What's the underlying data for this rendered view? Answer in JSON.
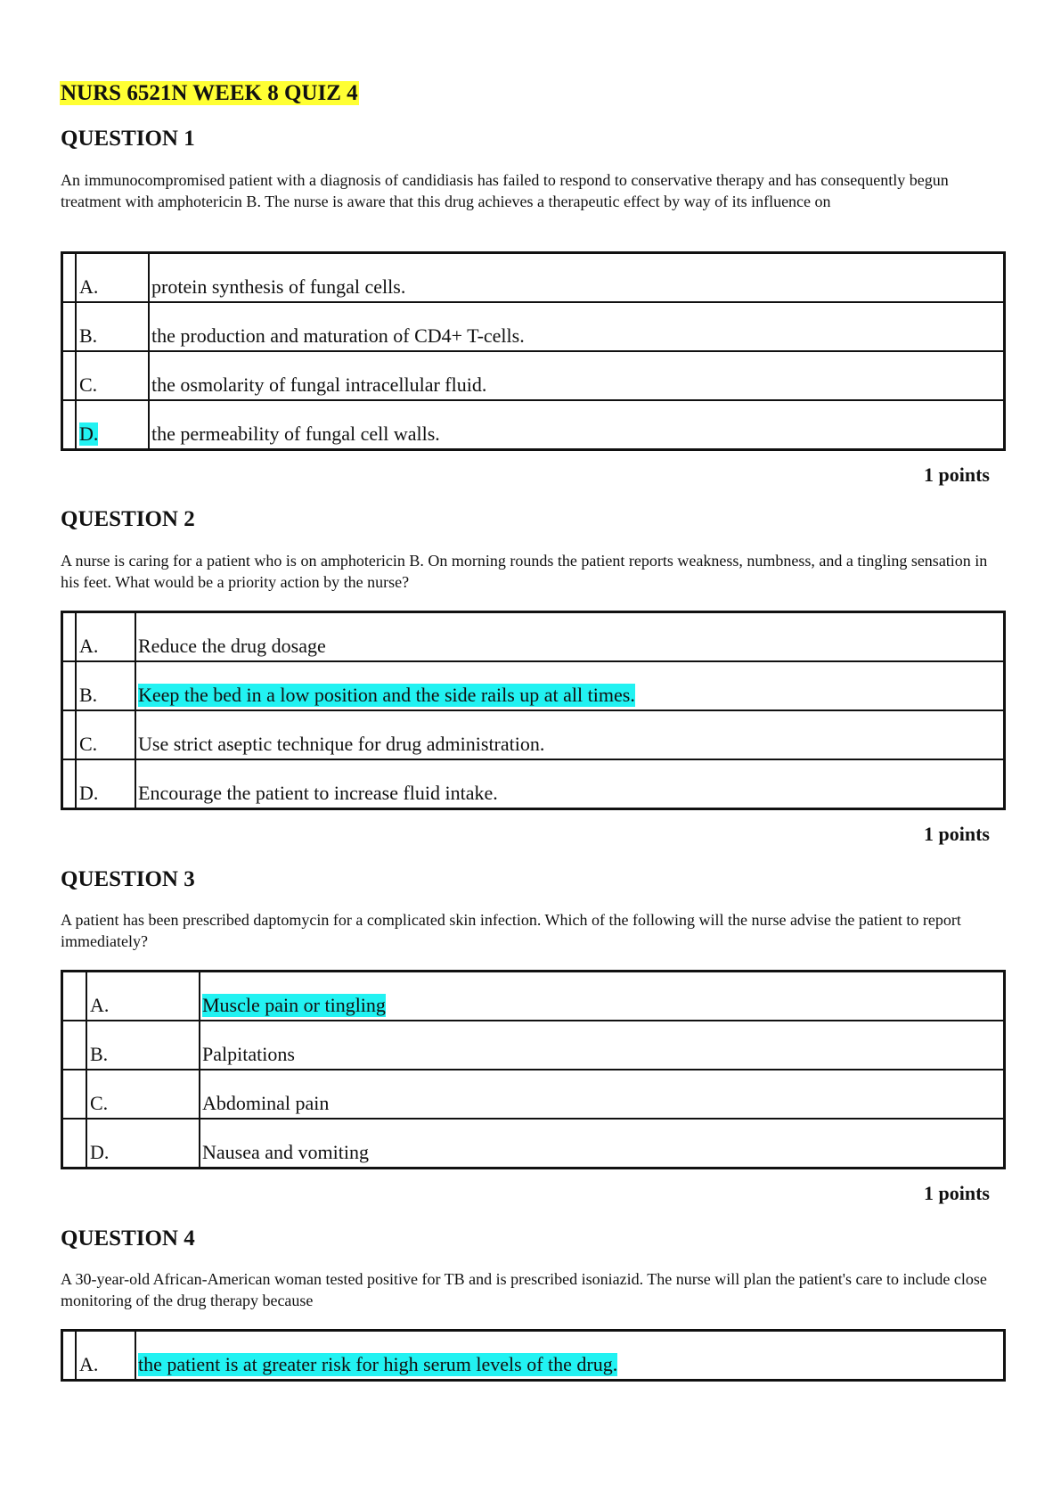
{
  "title": "NURS 6521N WEEK 8 QUIZ 4",
  "colors": {
    "title_highlight": "#ffff33",
    "answer_highlight": "#22f2f2",
    "text": "#111111"
  },
  "questions": [
    {
      "heading": "QUESTION 1",
      "text": "An immunocompromised patient with a diagnosis of candidiasis has failed to respond to conservative therapy and has consequently begun treatment with amphotericin B. The nurse is aware that this drug achieves a therapeutic effect by way of its influence on",
      "answers": [
        {
          "letter": "A.",
          "text": "protein synthesis of fungal cells."
        },
        {
          "letter": "B.",
          "text": "the production and maturation of CD4+ T-cells."
        },
        {
          "letter": "C.",
          "text": "the osmolarity of fungal intracellular fluid."
        },
        {
          "letter": "D.",
          "text": "the permeability of fungal cell walls."
        }
      ],
      "points": "1 points"
    },
    {
      "heading": "QUESTION 2",
      "text": "A nurse is caring for a patient who is on amphotericin B. On morning rounds the patient reports weakness, numbness, and a tingling sensation in his feet. What would be a priority action by the nurse?",
      "answers": [
        {
          "letter": "A.",
          "text": "Reduce the drug dosage"
        },
        {
          "letter": "B.",
          "text": "Keep the bed in a low position and the side rails up at all times."
        },
        {
          "letter": "C.",
          "text": "Use strict aseptic technique for drug administration."
        },
        {
          "letter": "D.",
          "text": "Encourage the patient to increase fluid intake."
        }
      ],
      "points": "1 points"
    },
    {
      "heading": "QUESTION 3",
      "text": "A patient has been prescribed daptomycin for a complicated skin infection. Which of the following will the nurse advise the patient to report immediately?",
      "answers": [
        {
          "letter": "A.",
          "text": "Muscle pain or tingling"
        },
        {
          "letter": "B.",
          "text": "Palpitations"
        },
        {
          "letter": "C.",
          "text": "Abdominal pain"
        },
        {
          "letter": "D.",
          "text": "Nausea and vomiting"
        }
      ],
      "points": "1 points"
    },
    {
      "heading": "QUESTION 4",
      "text": "A 30-year-old African-American woman tested positive for TB and is prescribed isoniazid. The nurse will plan the patient's care to include close monitoring of the drug therapy because",
      "answers": [
        {
          "letter": "A.",
          "text": "the patient is at greater risk for high serum levels of the drug."
        }
      ]
    }
  ]
}
